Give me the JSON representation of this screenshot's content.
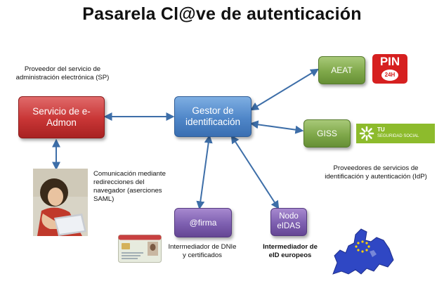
{
  "title": "Pasarela Cl@ve de autenticación",
  "boxes": {
    "sp": "Servicio de e-Admon",
    "gestor": "Gestor de identificación",
    "aeat": "AEAT",
    "giss": "GISS",
    "firma": "@firma",
    "eidas": "Nodo eIDAS"
  },
  "labels": {
    "sp": "Proveedor del servicio de administración electrónica (SP)",
    "browser": "Comunicación mediante redirecciones del navegador (aserciones SAML)",
    "idp": "Proveedores de servicios de identificación y autenticación (IdP)",
    "firma": "Intermediador de DNIe y certificados",
    "eidas": "Intermediador de eID europeos"
  },
  "logos": {
    "pin": "PIN",
    "pin_badge": "24H",
    "tu": "TU",
    "seguridad": "SEGURIDAD SOCIAL"
  },
  "colors": {
    "red": "#c83535",
    "blue": "#4f86c8",
    "green": "#7fa84a",
    "purple": "#7d5fb0",
    "arrow": "#3d6ea8"
  }
}
